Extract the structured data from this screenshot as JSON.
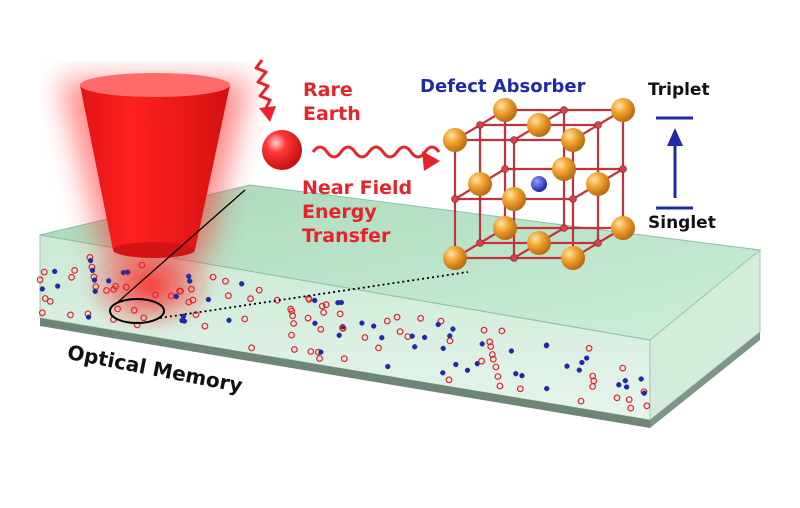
{
  "labels": {
    "rare_earth": "Rare\nEarth",
    "energy_transfer": "Near Field\nEnergy\nTransfer",
    "defect_absorber": "Defect Absorber",
    "triplet": "Triplet",
    "singlet": "Singlet",
    "optical_memory": "Optical Memory"
  },
  "colors": {
    "laser_red": "#e8232b",
    "ion_red": "#e8232b",
    "defect_blue": "#1f2aa6",
    "crystal_green": "#bfe3cd",
    "lattice_gold": "#e59524",
    "lattice_bond": "#c2333d"
  }
}
